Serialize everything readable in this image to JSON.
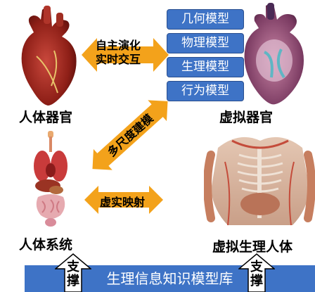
{
  "models": [
    "几何模型",
    "物理模型",
    "生理模型",
    "行为模型"
  ],
  "labels": {
    "human_organ": "人体器官",
    "virtual_organ": "虚拟器官",
    "human_system": "人体系统",
    "virtual_human": "虚拟生理人体"
  },
  "arrows": {
    "top_line1": "自主演化",
    "top_line2": "实时交互",
    "diagonal": "多尺度建模",
    "middle": "虚实映射"
  },
  "bottom": {
    "title": "生理信息知识模型库",
    "support_char1": "支",
    "support_char2": "撑"
  },
  "colors": {
    "accent_blue": "#3e73c6",
    "arrow_orange": "#f3a21b"
  },
  "icons": [
    "heart-illustration",
    "virtual-heart-illustration",
    "human-organs-illustration",
    "virtual-body-illustration"
  ]
}
